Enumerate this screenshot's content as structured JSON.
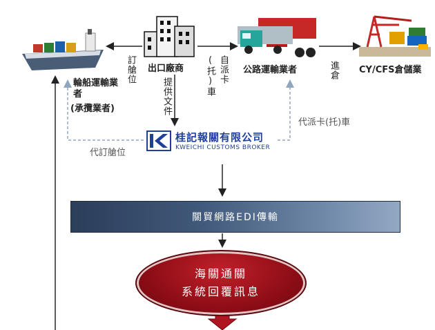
{
  "nodes": {
    "ship_operator": "輪船運輸業者",
    "ship_operator_note": "(承攬業者)",
    "exporter": "出口廠商",
    "trucking": "公路運輸業者",
    "warehouse": "CY/CFS倉儲業"
  },
  "edges": {
    "book_space": "訂艙位",
    "submit_docs": "提供文件",
    "self_dispatch": "自派卡(托)車",
    "enter_warehouse": "進倉",
    "proxy_dispatch": "代派卡(托)車",
    "proxy_booking": "代訂艙位"
  },
  "broker": {
    "name_zh": "桂記報關有限公司",
    "name_en": "KWEICHI CUSTOMS BROKER"
  },
  "edi_bar": "關貿網路EDI傳輸",
  "customs_reply": {
    "line1": "海關通關",
    "line2": "系統回覆訊息"
  },
  "colors": {
    "arrow": "#222222",
    "dashed": "#8fa6bf",
    "logo_blue": "#1f3f9a",
    "reply_red": "#8e0d16",
    "edi_dark": "#2b3e5a"
  }
}
